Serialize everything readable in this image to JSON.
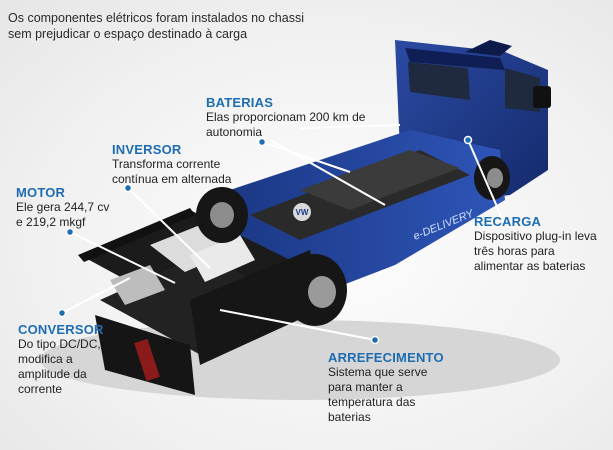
{
  "intro": "Os componentes elétricos foram instalados no chassi sem prejudicar o espaço destinado à carga",
  "callouts": {
    "baterias": {
      "title": "BATERIAS",
      "desc": "Elas proporcionam 200 km de autonomia"
    },
    "inversor": {
      "title": "INVERSOR",
      "desc": "Transforma corrente contínua em alternada"
    },
    "motor": {
      "title": "MOTOR",
      "desc": "Ele gera 244,7 cv e 219,2 mkgf"
    },
    "conversor": {
      "title": "CONVERSOR",
      "desc": "Do tipo DC/DC, modifica a amplitude da corrente"
    },
    "recarga": {
      "title": "RECARGA",
      "desc": "Dispositivo plug-in leva três horas para alimentar as baterias"
    },
    "arrefecimento": {
      "title": "ARREFECIMENTO",
      "desc": "Sistema que serve para manter a temperatura das baterias"
    }
  },
  "truck": {
    "side_logo": "e-DELIVERY",
    "emblem": "VW"
  },
  "colors": {
    "accent": "#1e6db3",
    "cab": "#1d3a8a",
    "chassis": "#1b1b1b",
    "callout_line": "#ffffff",
    "callout_dot": "#1e6db3"
  }
}
